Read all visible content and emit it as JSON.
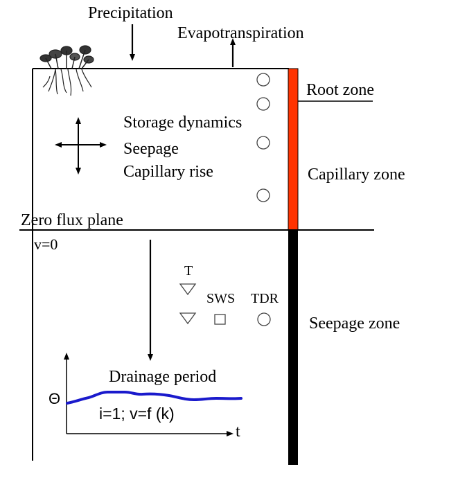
{
  "labels": {
    "precipitation": "Precipitation",
    "evapotranspiration": "Evapotranspiration",
    "root_zone": "Root zone",
    "capillary_zone": "Capillary zone",
    "seepage_zone": "Seepage zone",
    "storage_dynamics": "Storage dynamics",
    "seepage": "Seepage",
    "capillary_rise": "Capillary rise",
    "zero_flux_plane": "Zero flux plane",
    "v_zero": "v=0",
    "t_label": "T",
    "sws_label": "SWS",
    "tdr_label": "TDR",
    "drainage_period": "Drainage period",
    "theta_axis": "Θ",
    "t_axis": "t",
    "equation": "i=1; v=f (k)"
  },
  "icons": {
    "plants": "plant-icon",
    "sensor_tdr": "circle",
    "sensor_t": "triangle-down",
    "sensor_sws": "square"
  },
  "colors": {
    "upper_zone_bar": "#ff3300",
    "lower_zone_bar": "#000000",
    "drainage_curve": "#1a1acc",
    "line": "#000000"
  }
}
